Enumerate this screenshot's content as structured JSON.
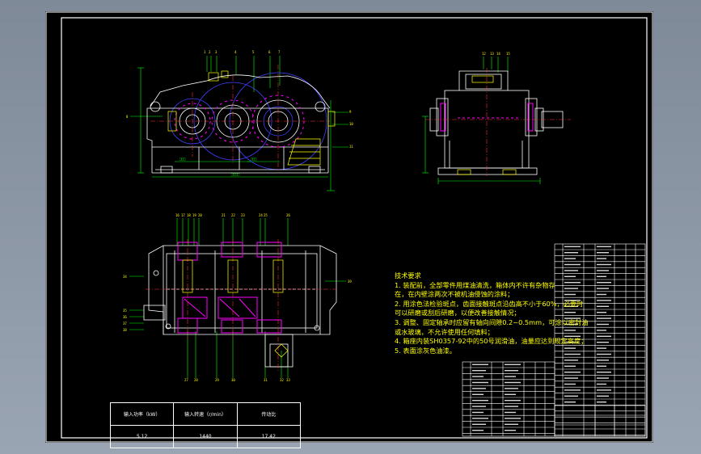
{
  "technical_requirements": {
    "title": "技术要求",
    "lines": [
      "1. 装配前，全部零件用煤油清洗，箱体内不许有杂物存",
      "在，在内壁涂两次不被机油侵蚀的涂料；",
      "2. 用涂色法检验斑点，齿面接触斑点沿齿高不小于60%，必要时",
      "可以研磨或刮后研磨，以便改善接触情况；",
      "3. 调整、固定轴承时应留有轴向间隙0.2~0.5mm，可涂以密封油",
      "或水玻璃，不允许使用任何填料；",
      "4. 箱座内装SH0357-92中的50号润滑油，油量应达到规定高度；",
      "5. 表面涂灰色油漆。"
    ]
  },
  "spec_table": {
    "headers": [
      "输入功率（kW）",
      "输入转速（r/min）",
      "传动比"
    ],
    "values": [
      "5.12",
      "1440",
      "17.42"
    ]
  },
  "colors": {
    "outline": "#ffffff",
    "dimension": "#00ff00",
    "centerline": "#ff3030",
    "pitch_circle": "#4040ff",
    "part_yellow": "#ffff00",
    "hatch_magenta": "#ff00ff"
  }
}
